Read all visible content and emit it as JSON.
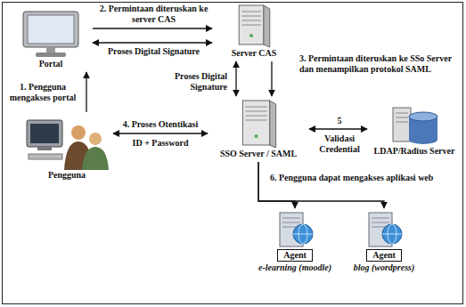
{
  "diagram": {
    "nodes": [
      {
        "text": [
          "Portal"
        ]
      },
      {
        "text": [
          "Server CAS"
        ]
      },
      {
        "text": [
          "Pengguna"
        ]
      },
      {
        "text": [
          "SSO Server / SAML"
        ]
      },
      {
        "text": [
          "LDAP/Radius Server"
        ]
      },
      {
        "text": [
          "Agent",
          "e-learning (moodle)"
        ]
      },
      {
        "text": [
          "Agent",
          "blog (wordpress)"
        ]
      }
    ],
    "edges": [
      {
        "from": 2,
        "to": 0,
        "arrow": "to",
        "label": "1. Pengguna mengakses portal"
      },
      {
        "from": 0,
        "to": 1,
        "arrow": "to",
        "label": "2. Permintaan diteruskan ke server CAS"
      },
      {
        "from": 0,
        "to": 1,
        "arrow": "both",
        "label": "Proses Digital Signature"
      },
      {
        "from": 1,
        "to": 3,
        "arrow": "both",
        "label": "Proses Digital Signature"
      },
      {
        "from": 1,
        "to": 3,
        "arrow": "to",
        "label": "3. Permintaan diteruskan ke SSo Server dan menampilkan protokol SAML"
      },
      {
        "from": 2,
        "to": 3,
        "arrow": "both",
        "label": "4. Proses Otentikasi"
      },
      {
        "from": 3,
        "to": 4,
        "arrow": "both",
        "label": "5"
      },
      {
        "from": 3,
        "to": 5,
        "arrow": "to"
      },
      {
        "from": 3,
        "to": 6,
        "arrow": "to"
      }
    ],
    "labels": [
      "ID + Password",
      "Validasi Credential",
      "6. Pengguna dapat mengakses aplikasi web"
    ]
  }
}
